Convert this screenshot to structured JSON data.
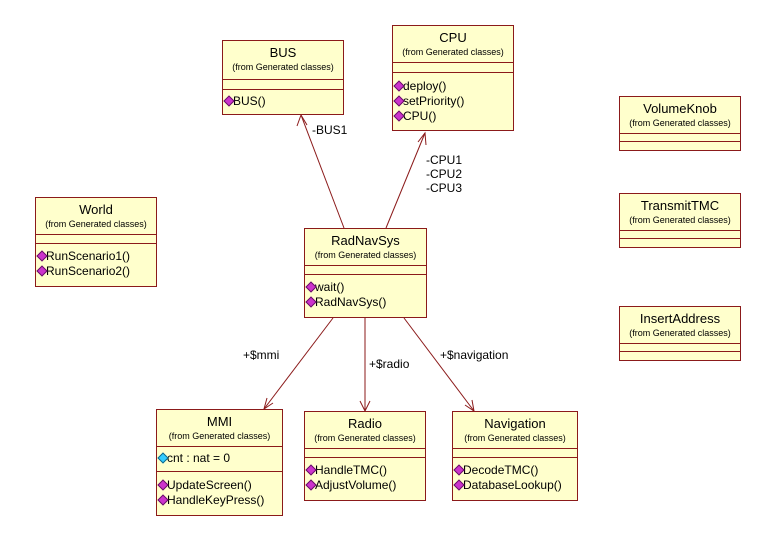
{
  "colors": {
    "class_fill": "#ffffcc",
    "class_border": "#8b1a1a",
    "association_line": "#8b1a1a",
    "operation_icon": "#cc33cc",
    "attribute_icon": "#33ccff"
  },
  "classes": {
    "bus": {
      "name": "BUS",
      "stereo": "(from Generated classes)",
      "ops": [
        "BUS()"
      ]
    },
    "cpu": {
      "name": "CPU",
      "stereo": "(from Generated classes)",
      "ops": [
        "deploy()",
        "setPriority()",
        "CPU()"
      ]
    },
    "world": {
      "name": "World",
      "stereo": "(from Generated classes)",
      "ops": [
        "RunScenario1()",
        "RunScenario2()"
      ]
    },
    "radnavsys": {
      "name": "RadNavSys",
      "stereo": "(from Generated classes)",
      "ops": [
        "wait()",
        "RadNavSys()"
      ]
    },
    "volumeknob": {
      "name": "VolumeKnob",
      "stereo": "(from Generated classes)"
    },
    "transmittmc": {
      "name": "TransmitTMC",
      "stereo": "(from Generated classes)"
    },
    "insertaddress": {
      "name": "InsertAddress",
      "stereo": "(from Generated classes)"
    },
    "mmi": {
      "name": "MMI",
      "stereo": "(from Generated classes)",
      "attrs": [
        "cnt : nat = 0"
      ],
      "ops": [
        "UpdateScreen()",
        "HandleKeyPress()"
      ]
    },
    "radio": {
      "name": "Radio",
      "stereo": "(from Generated classes)",
      "ops": [
        "HandleTMC()",
        "AdjustVolume()"
      ]
    },
    "navigation": {
      "name": "Navigation",
      "stereo": "(from Generated classes)",
      "ops": [
        "DecodeTMC()",
        "DatabaseLookup()"
      ]
    }
  },
  "associations": {
    "bus": {
      "role": "-BUS1"
    },
    "cpu": {
      "roles": [
        "-CPU1",
        "-CPU2",
        "-CPU3"
      ]
    },
    "mmi": {
      "role": "+$mmi"
    },
    "radio": {
      "role": "+$radio"
    },
    "navigation": {
      "role": "+$navigation"
    }
  }
}
